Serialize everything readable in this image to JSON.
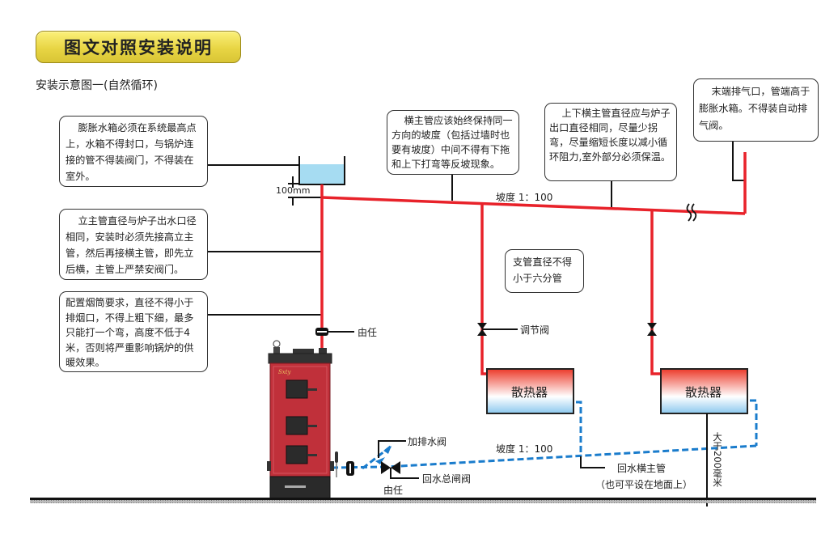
{
  "header": {
    "banner_title": "图文对照安装说明",
    "subtitle": "安装示意图一(自然循环)"
  },
  "notes": {
    "expansion_tank": "    膨胀水箱必须在系统最高点上，水箱不得封口，与锅炉连接的管不得装阀门，不得装在室外。",
    "riser_pipe": "    立主管直径与炉子出水口径相同，安装时必须先接高立主管，然后再接横主管，即先立后横，主管上严禁安阀门。",
    "chimney": "配置烟筒要求，直径不得小于排烟口，不得上粗下细，最多只能打一个弯，高度不低于4米，否则将严重影响锅炉的供暖效果。",
    "horizontal_slope": "    横主管应该始终保持同一方向的坡度（包括过墙时也要有坡度）中间不得有下拖和上下打弯等反坡现象。",
    "pipe_diameter": "    上下横主管直径应与炉子出口直径相同，尽量少拐弯，尽量缩短长度以减小循环阻力,室外部分必须保温。",
    "end_vent": "    末端排气口，管端高于膨胀水箱。不得装自动排气阀。",
    "branch_pipe": "支管直径不得小于六分管"
  },
  "labels": {
    "height_100mm": "100mm",
    "slope_top": "坡度 1：100",
    "slope_bottom": "坡度 1：100",
    "union_top": "由任",
    "union_bottom": "由任",
    "regulating_valve": "调节阀",
    "drain_valve": "加排水阀",
    "return_main_valve": "回水总闸阀",
    "return_main_pipe": "回水横主管",
    "return_main_pipe_note": "（也可平设在地面上）",
    "clearance": "大于200毫米",
    "radiator_1": "散热器",
    "radiator_2": "散热器",
    "boiler_brand": "Sxty"
  },
  "colors": {
    "supply_pipe": "#e8222a",
    "return_pipe": "#1a7ccc",
    "tank_water": "#a6dcf2",
    "boiler_body": "#c0303a",
    "banner": "#e8d544"
  }
}
